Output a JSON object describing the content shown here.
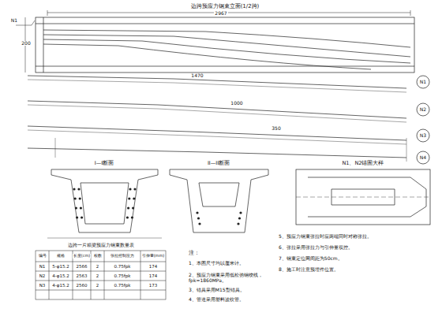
{
  "diagram": {
    "title": "边跨预应力钢束立面(1/2跨)",
    "labels": [
      "2967",
      "200",
      "N1",
      "N1",
      "N2",
      "N3",
      "N4",
      "1470",
      "1000",
      "350",
      "I—I断面",
      "II—II断面",
      "N1、N2锚固大样",
      "边跨一片箱梁预应力钢束数量表",
      "编号",
      "规格",
      "长度(cm)",
      "根数",
      "张拉控制应力",
      "引伸量(mm)",
      "N1",
      "5-φ15.2",
      "2566",
      "2",
      "0.75fpk",
      "174",
      "N2",
      "4-φ15.2",
      "2563",
      "2",
      "0.75fpk",
      "174",
      "N3",
      "4-φ15.2",
      "2560",
      "2",
      "0.75fpk",
      "173",
      "注：",
      "1、本图尺寸均以厘米计。",
      "2、预应力钢束采用低松弛钢绞线，fpk=1860MPa。",
      "3、锚具采用M15型锚具。",
      "4、管道采用塑料波纹管。",
      "5、预应力钢束张拉时应两端同时对称张拉。",
      "6、张拉采用张拉力与引伸量双控。",
      "7、钢束定位网间距为50cm。",
      "8、施工时注意预埋件位置。"
    ]
  }
}
